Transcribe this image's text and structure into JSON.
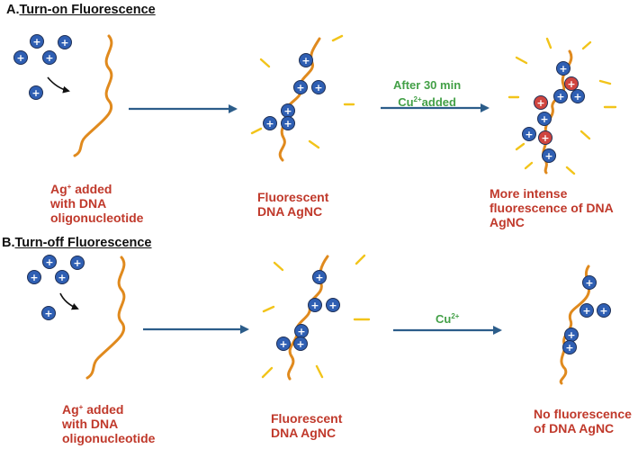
{
  "sections": [
    {
      "prefix": "A.",
      "title": "Turn-on Fluorescence"
    },
    {
      "prefix": "B.",
      "title": "Turn-off Fluorescence"
    }
  ],
  "panel_a": {
    "stage1": {
      "line1_pre": "Ag",
      "line1_sup": "+",
      "line1_post": " added",
      "line2": "with DNA",
      "line3": "oligonucleotide"
    },
    "stage2": {
      "line1": "Fluorescent",
      "line2": "DNA AgNC"
    },
    "arrow2": {
      "line1": "After 30 min",
      "line2_pre": "Cu",
      "line2_sup": "2+",
      "line2_post": "added"
    },
    "stage3": {
      "line1": "More intense",
      "line2": "fluorescence of DNA",
      "line3": "AgNC"
    }
  },
  "panel_b": {
    "stage1": {
      "line1_pre": "Ag",
      "line1_sup": "+",
      "line1_post": " added",
      "line2": "with DNA",
      "line3": "oligonucleotide"
    },
    "stage2": {
      "line1": "Fluorescent",
      "line2": "DNA AgNC"
    },
    "arrow2": {
      "pre": "Cu",
      "sup": "2+"
    },
    "stage3": {
      "line1": "No fluorescence",
      "line2": "of DNA AgNC"
    }
  },
  "ion_symbol": "+",
  "colors": {
    "label_red": "#c0392b",
    "note_green": "#43a047",
    "arrow_blue": "#2c5d8a",
    "dna_orange": "#e08a1e",
    "silver_ion_blue": "#2f5fb3",
    "copper_ion_red": "#d0453f",
    "glow_yellow": "#f2c41a"
  }
}
